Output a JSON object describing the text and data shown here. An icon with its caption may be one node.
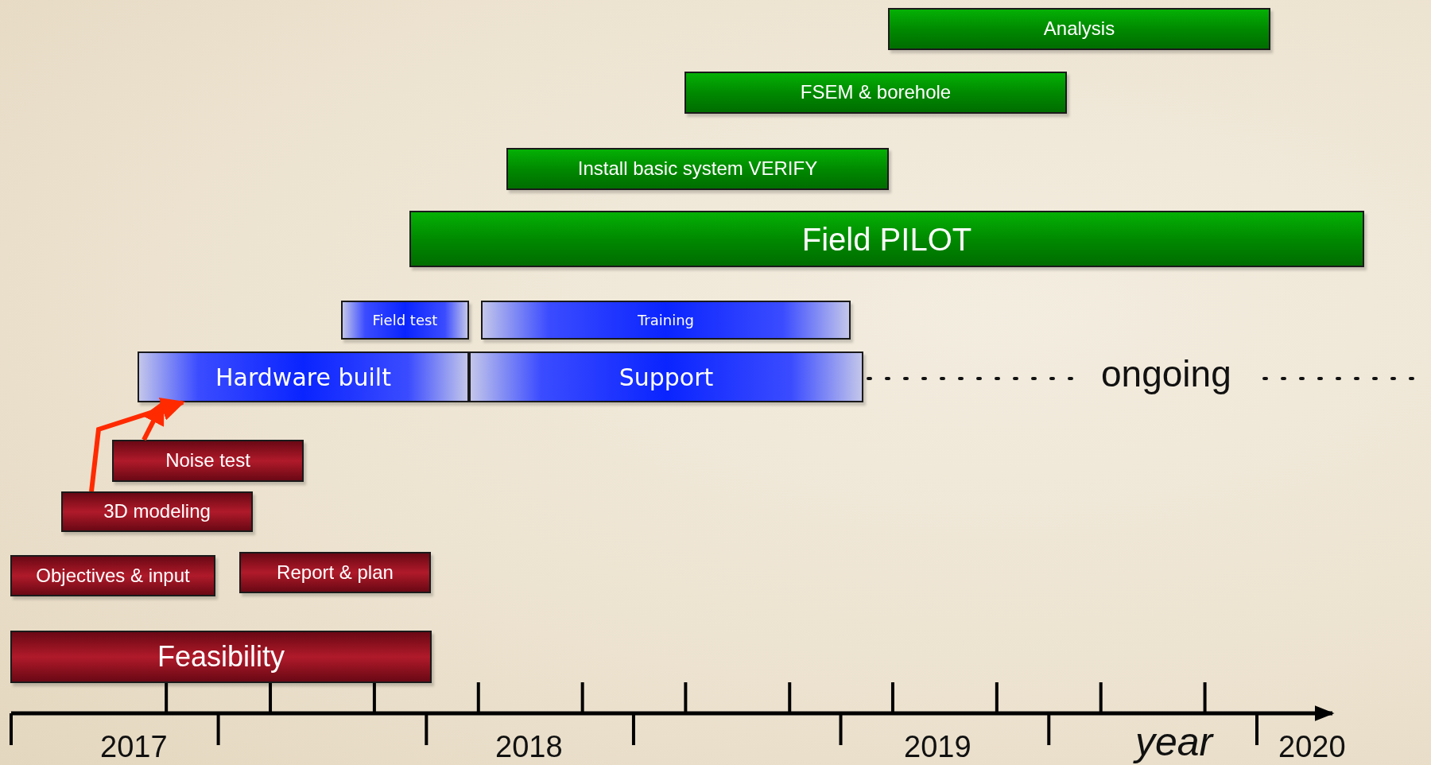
{
  "diagram": {
    "nodes": [
      {
        "text": [
          "Analysis"
        ]
      },
      {
        "text": [
          "FSEM & borehole"
        ]
      },
      {
        "text": [
          "Install basic system VERIFY"
        ]
      },
      {
        "text": [
          "Field PILOT"
        ]
      },
      {
        "text": [
          "Field test"
        ]
      },
      {
        "text": [
          "Training"
        ]
      },
      {
        "text": [
          "Hardware built"
        ]
      },
      {
        "text": [
          "Support"
        ]
      },
      {
        "text": [
          "Noise test"
        ]
      },
      {
        "text": [
          "3D modeling"
        ]
      },
      {
        "text": [
          "Objectives & input"
        ]
      },
      {
        "text": [
          "Report & plan"
        ]
      },
      {
        "text": [
          "Feasibility"
        ]
      }
    ],
    "edges": [
      {
        "from": 8,
        "to": 6,
        "arrow": "to"
      },
      {
        "from": 9,
        "to": 6,
        "arrow": "to"
      }
    ],
    "labels": [
      "ongoing",
      "2017",
      "2018",
      "2019",
      "year",
      "2020"
    ]
  }
}
